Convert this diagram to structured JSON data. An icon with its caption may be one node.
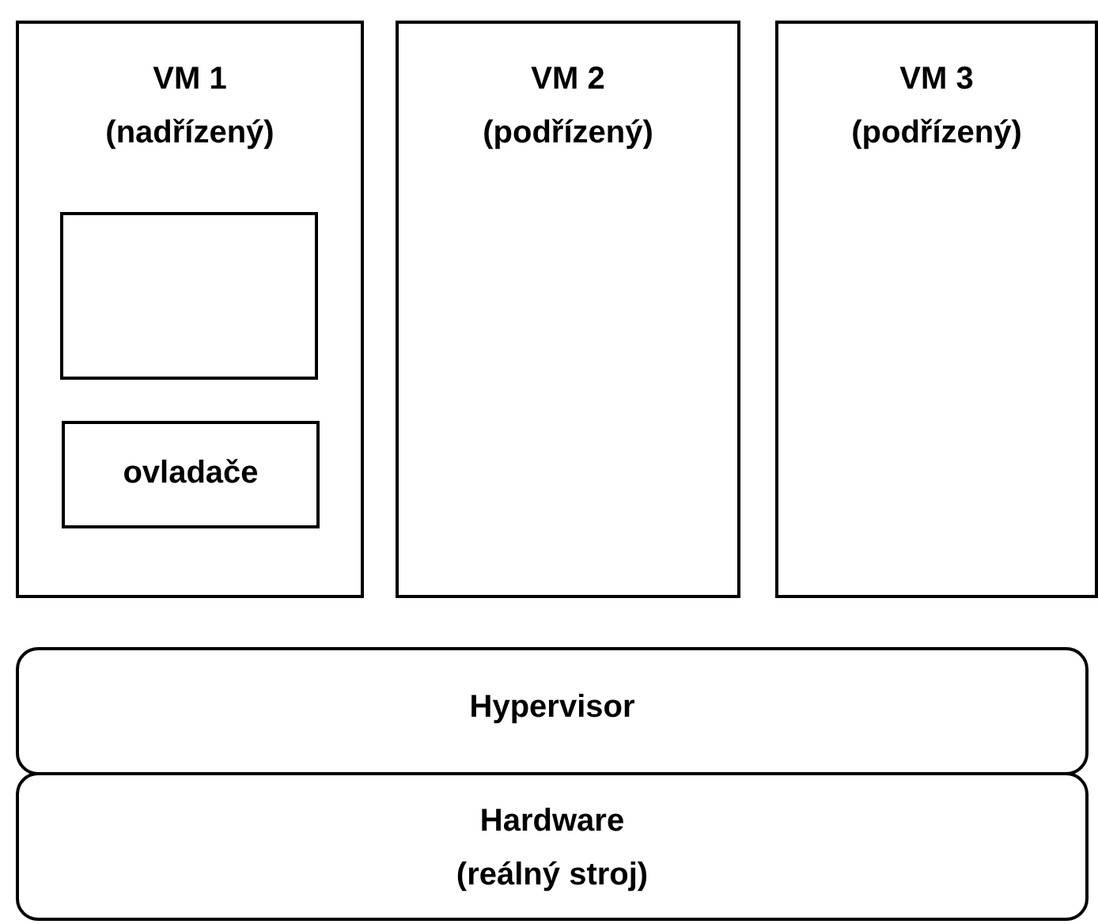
{
  "diagram": {
    "nodes": [
      {
        "text": [
          "VM 1",
          "(nadřízený)"
        ]
      },
      {
        "text": [],
        "shape": "box",
        "in": 0
      },
      {
        "text": [
          "ovladače"
        ],
        "in": 0
      },
      {
        "text": [
          "VM 2",
          "(podřízený)"
        ]
      },
      {
        "text": [
          "VM 3",
          "(podřízený)"
        ]
      },
      {
        "text": [
          "Hypervisor"
        ]
      },
      {
        "text": [
          "Hardware",
          "(reálný stroj)"
        ]
      }
    ]
  }
}
